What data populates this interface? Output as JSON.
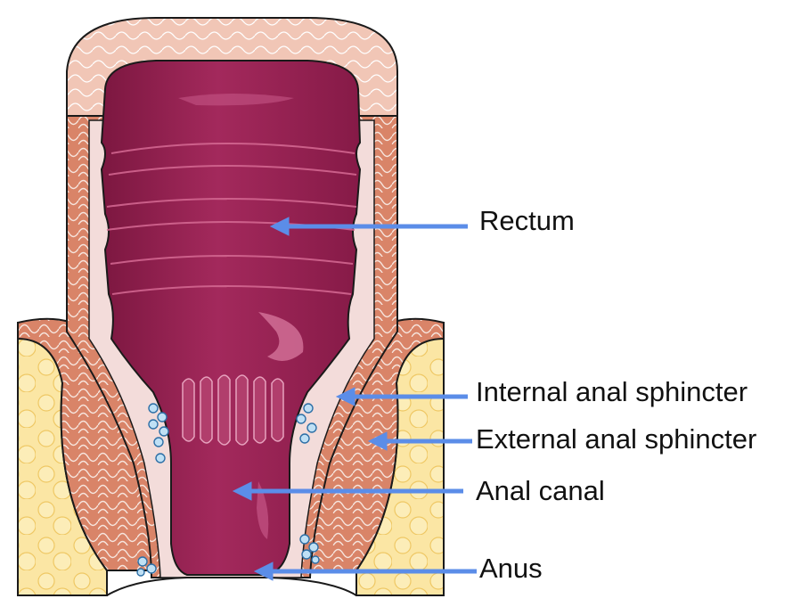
{
  "labels": {
    "rectum": "Rectum",
    "internal_sphincter": "Internal anal sphincter",
    "external_sphincter": "External anal sphincter",
    "anal_canal": "Anal canal",
    "anus": "Anus"
  },
  "colors": {
    "arrow": "#5B8DE8",
    "lumen": "#9E2456",
    "lumen_light": "#B5406F",
    "lumen_dark": "#7C1740",
    "muscle": "#D98468",
    "muscle_line": "#F6E4DC",
    "submucosa": "#F3DCDA",
    "fat": "#FBE6A4",
    "fat_dark": "#F2CF70",
    "outline": "#1a1a1a"
  }
}
